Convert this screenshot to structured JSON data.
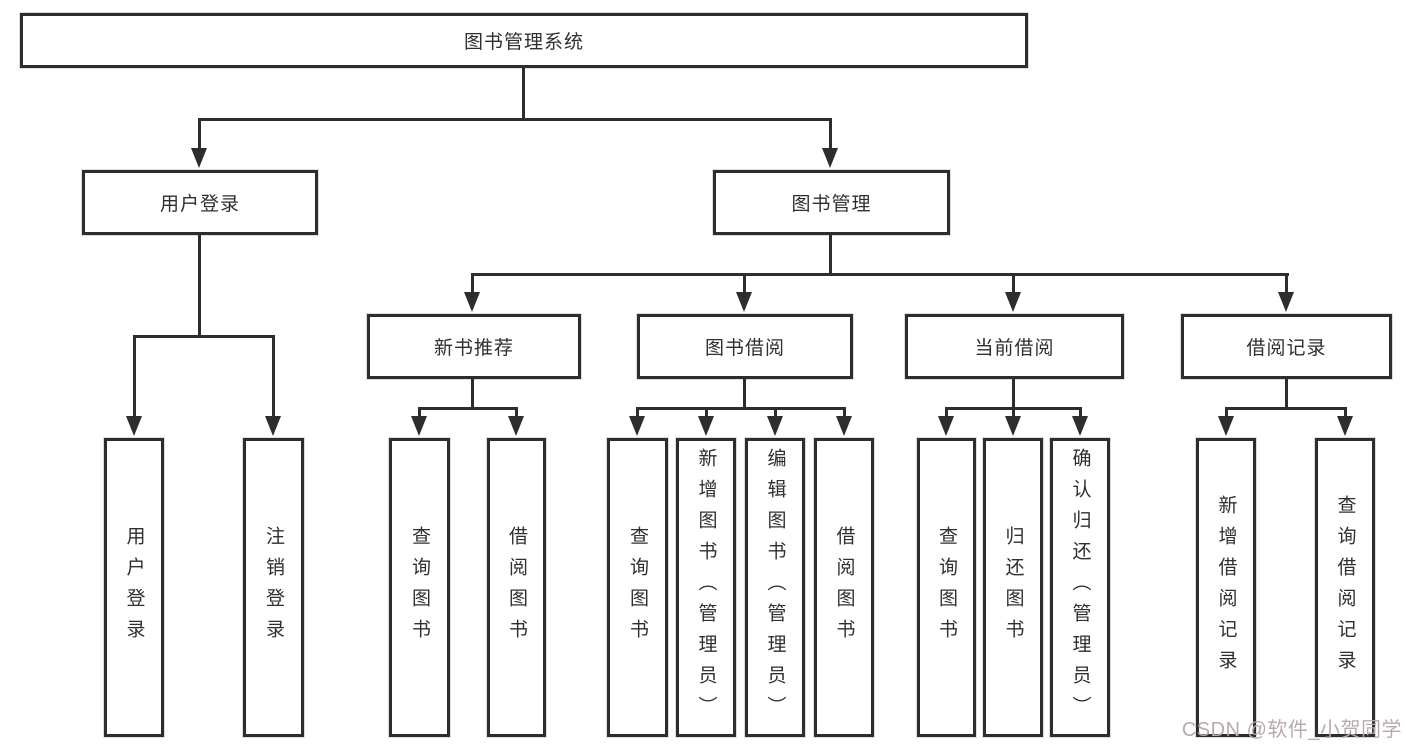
{
  "tree": {
    "label": "图书管理系统",
    "children": [
      {
        "label": "用户登录",
        "children": [
          {
            "label": "用户登录"
          },
          {
            "label": "注销登录"
          }
        ]
      },
      {
        "label": "图书管理",
        "children": [
          {
            "label": "新书推荐",
            "children": [
              {
                "label": "查询图书"
              },
              {
                "label": "借阅图书"
              }
            ]
          },
          {
            "label": "图书借阅",
            "children": [
              {
                "label": "查询图书"
              },
              {
                "label": "新增图书（管理员）"
              },
              {
                "label": "编辑图书（管理员）"
              },
              {
                "label": "借阅图书"
              }
            ]
          },
          {
            "label": "当前借阅",
            "children": [
              {
                "label": "查询图书"
              },
              {
                "label": "归还图书"
              },
              {
                "label": "确认归还（管理员）"
              }
            ]
          },
          {
            "label": "借阅记录",
            "children": [
              {
                "label": "新增借阅记录"
              },
              {
                "label": "查询借阅记录"
              }
            ]
          }
        ]
      }
    ]
  },
  "watermark": {
    "text": "CSDN @软件_小贺同学"
  },
  "colors": {
    "line": "#2d2d2d",
    "text": "#2f2f2f",
    "background": "#ffffff",
    "watermark": "#b5abab"
  }
}
